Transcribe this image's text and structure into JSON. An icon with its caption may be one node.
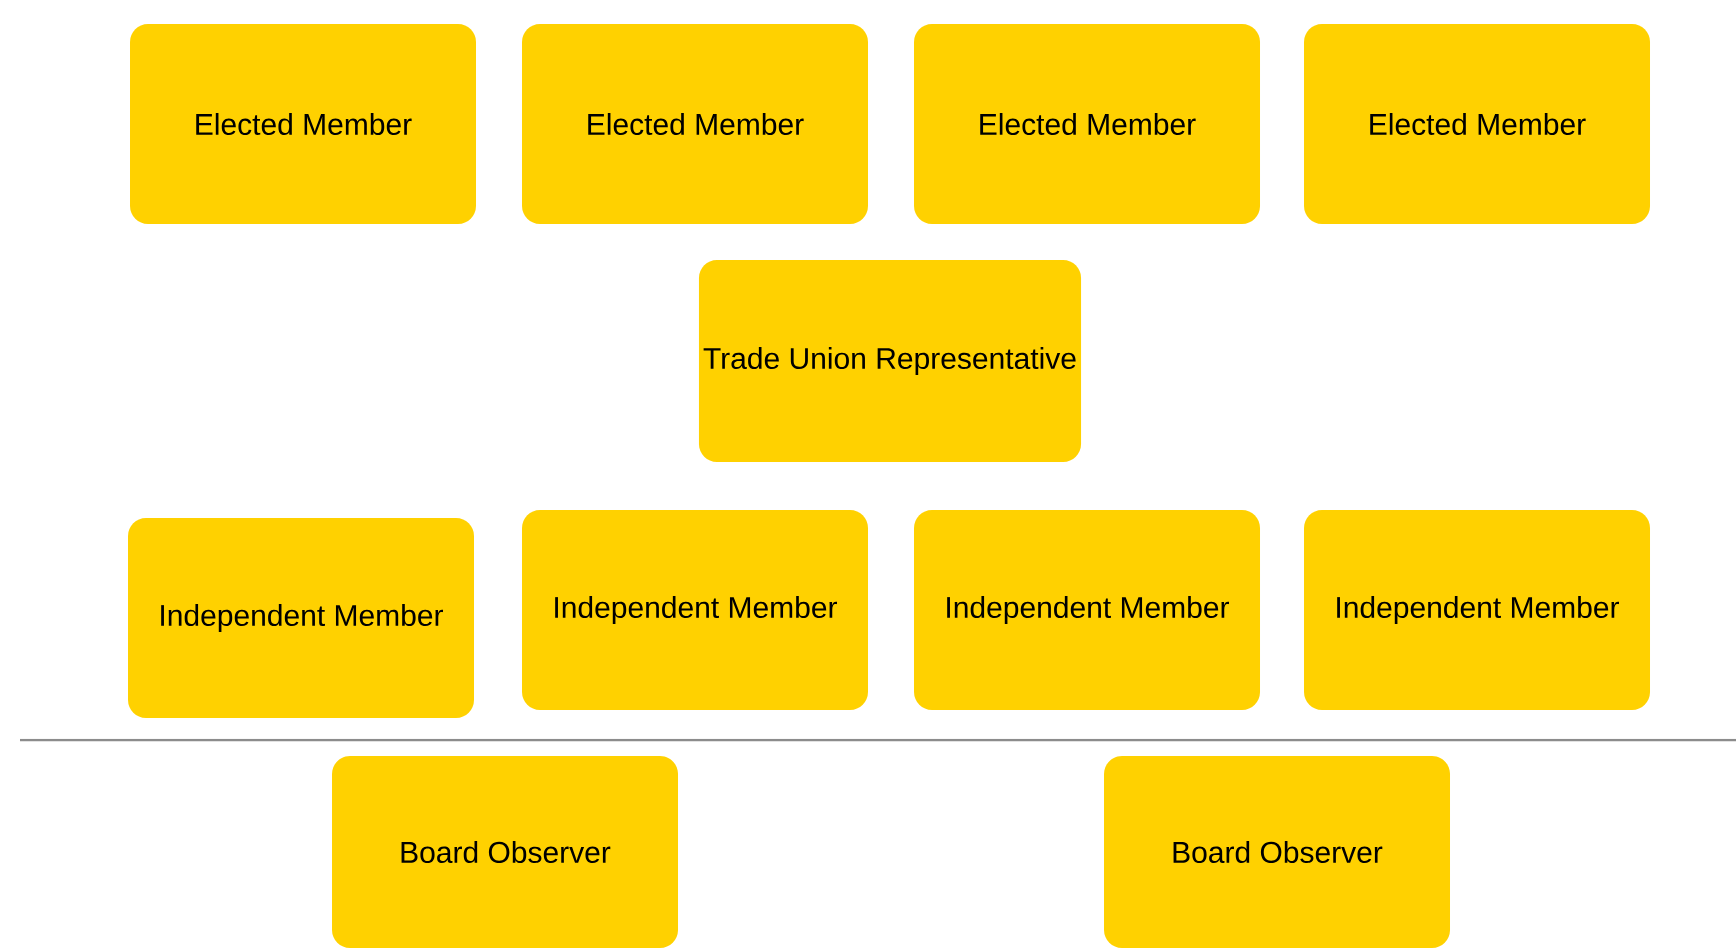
{
  "diagram": {
    "nodes": [
      {
        "text": [
          "Elected Member"
        ]
      },
      {
        "text": [
          "Elected Member"
        ]
      },
      {
        "text": [
          "Elected Member"
        ]
      },
      {
        "text": [
          "Elected Member"
        ]
      },
      {
        "text": [
          "Trade Union Representative"
        ]
      },
      {
        "text": [
          "Independent Member"
        ]
      },
      {
        "text": [
          "Independent Member"
        ]
      },
      {
        "text": [
          "Independent Member"
        ]
      },
      {
        "text": [
          "Independent Member"
        ]
      },
      {
        "text": [
          "Board Observer"
        ]
      },
      {
        "text": [
          "Board Observer"
        ]
      }
    ]
  }
}
